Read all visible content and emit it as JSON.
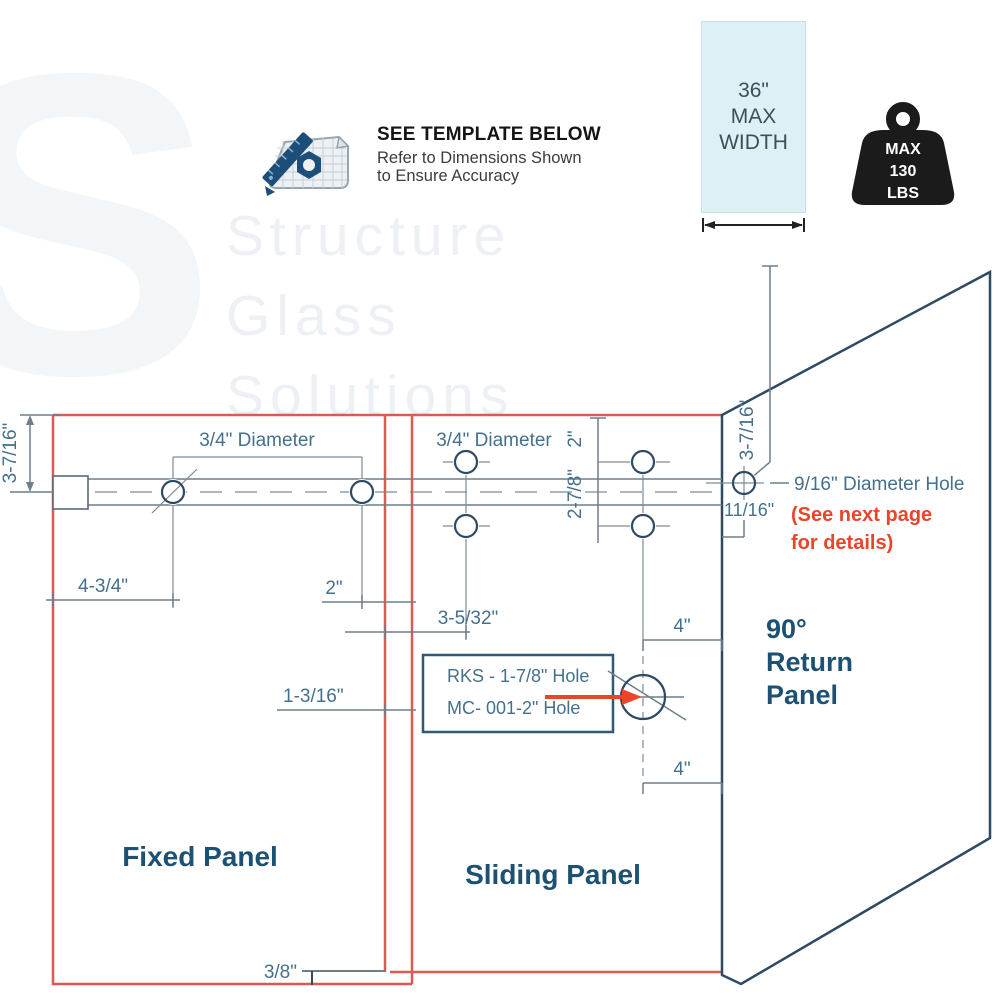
{
  "header": {
    "title": "SEE TEMPLATE BELOW",
    "subtitle_line1": "Refer to Dimensions Shown",
    "subtitle_line2": "to Ensure Accuracy",
    "icon": "template-ruler-icon"
  },
  "watermark": {
    "logo_letter": "S",
    "line1": "Structure",
    "line2": "Glass",
    "line3": "Solutions"
  },
  "spec_glass": {
    "line1": "36\"",
    "line2": "MAX",
    "line3": "WIDTH"
  },
  "spec_weight": {
    "line1": "MAX",
    "line2": "130",
    "line3": "LBS"
  },
  "diagram": {
    "labels": {
      "fixed_panel": "Fixed Panel",
      "sliding_panel": "Sliding Panel",
      "return_panel_line1": "90°",
      "return_panel_line2": "Return",
      "return_panel_line3": "Panel"
    },
    "dims": {
      "left_top_offset": "3-7/16\"",
      "fixed_hole_diameter": "3/4\" Diameter",
      "fixed_hole1_offset": "4-3/4\"",
      "fixed_hole2_to_edge": "2\"",
      "sliding_hole_diameter": "3/4\" Diameter",
      "sliding_top_offset": "2\"",
      "sliding_hole_spacing": "2-7/8\"",
      "sliding_hole1_offset": "3-5/32\"",
      "panel_overlap": "1-3/16\"",
      "handle_top_offset": "4\"",
      "handle_bottom_offset": "4\"",
      "bottom_offset": "3/8\"",
      "return_top_offset": "3-7/16\"",
      "return_hole_label": "9/16\" Diameter Hole",
      "return_edge_offset": "11/16\""
    },
    "handle_box": {
      "line1": "RKS - 1-7/8\" Hole",
      "line2": "MC- 001-2\" Hole"
    },
    "note": {
      "line1": "(See next page",
      "line2": "for details)"
    }
  },
  "colors": {
    "panel_outline_red": "#dd5a52",
    "structure_navy": "#2e4a63",
    "dimension_text_blue": "#45708c",
    "panel_label_navy": "#1d5173",
    "accent_red": "#e8452a",
    "glass_fill_blue": "#dcf0f6",
    "weight_black": "#1b1b1b"
  }
}
